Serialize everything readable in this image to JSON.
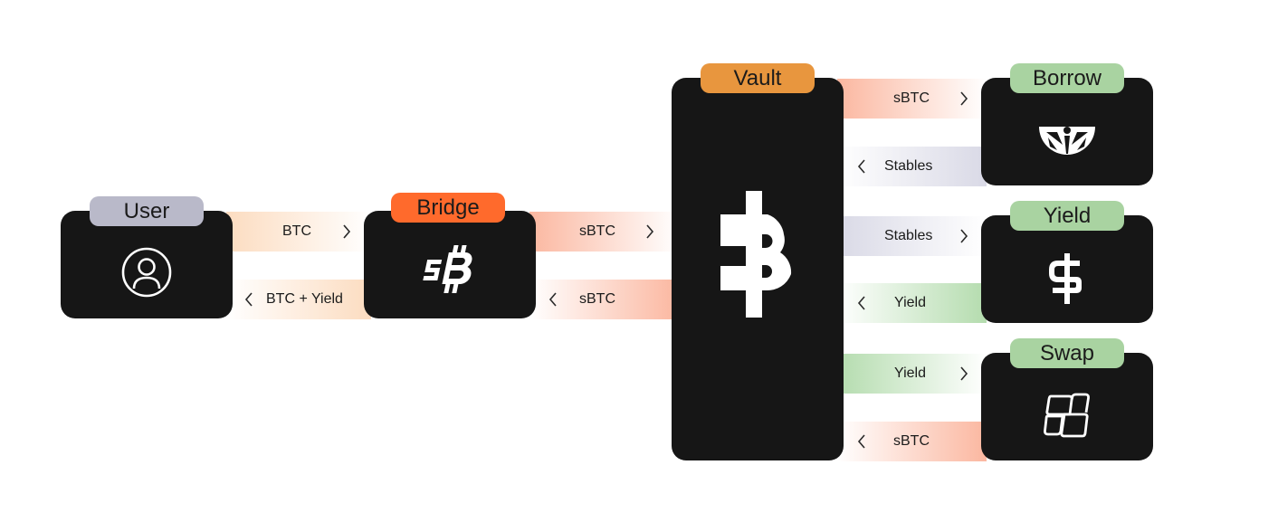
{
  "nodes": {
    "user": {
      "label": "User",
      "icon": "user-icon",
      "tag_color": "#b9b9c9"
    },
    "bridge": {
      "label": "Bridge",
      "icon": "sbtc-icon",
      "tag_color": "#ff6a2c"
    },
    "vault": {
      "label": "Vault",
      "icon": "bitcoin-b-icon",
      "tag_color": "#e8963e"
    },
    "borrow": {
      "label": "Borrow",
      "icon": "citrus-slice-icon",
      "tag_color": "#a9d3a1"
    },
    "yield": {
      "label": "Yield",
      "icon": "dollar-icon",
      "tag_color": "#a9d3a1"
    },
    "swap": {
      "label": "Swap",
      "icon": "swap-tiles-icon",
      "tag_color": "#a9d3a1"
    }
  },
  "flows": {
    "user_to_bridge": {
      "label": "BTC",
      "direction": "right"
    },
    "bridge_to_user": {
      "label": "BTC + Yield",
      "direction": "left"
    },
    "bridge_to_vault": {
      "label": "sBTC",
      "direction": "right"
    },
    "vault_to_bridge": {
      "label": "sBTC",
      "direction": "left"
    },
    "vault_to_borrow": {
      "label": "sBTC",
      "direction": "right"
    },
    "borrow_to_vault": {
      "label": "Stables",
      "direction": "left"
    },
    "vault_to_yield": {
      "label": "Stables",
      "direction": "right"
    },
    "yield_to_vault": {
      "label": "Yield",
      "direction": "left"
    },
    "vault_to_swap": {
      "label": "Yield",
      "direction": "right"
    },
    "swap_to_vault": {
      "label": "sBTC",
      "direction": "left"
    }
  },
  "colors": {
    "node_fill": "#161616",
    "peach": "#fcdcc0",
    "salmon": "#fbb7a0",
    "lavender": "#d9d9e6",
    "green": "#b4dcae"
  }
}
